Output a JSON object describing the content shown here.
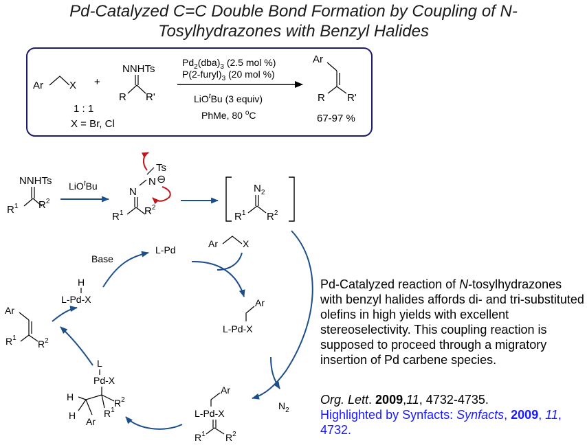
{
  "title": {
    "line1": "Pd-Catalyzed C=C Double Bond Formation by Coupling of N-",
    "line2": "Tosylhydrazones with Benzyl Halides"
  },
  "scheme": {
    "ar": "Ar",
    "x": "X",
    "plus": "+",
    "nnhts": "NNHTs",
    "r": "R",
    "rprime": "R'",
    "ratio": "1  :  1",
    "x_def": "X = Br, Cl",
    "cond1_pre": "Pd",
    "cond1_sub1": "2",
    "cond1_mid": "(dba)",
    "cond1_sub2": "3",
    "cond1_post": " (2.5 mol %)",
    "cond2_pre": "P(2-furyl)",
    "cond2_sub": "3",
    "cond2_post": " (20 mol %)",
    "cond3_pre": "LiO",
    "cond3_sup": "t",
    "cond3_post": "Bu (3 equiv)",
    "cond4_pre": "PhMe, 80 ",
    "cond4_sup": "o",
    "cond4_post": "C",
    "yield": "67-97 %"
  },
  "mechanism": {
    "nnhts": "NNHTs",
    "r": "R",
    "sup1": "1",
    "sup2": "2",
    "lio": "LiO",
    "t": "t",
    "bu": "Bu",
    "ts": "Ts",
    "n": "N",
    "neg": "⊖",
    "n2": "N",
    "n2sub": "2",
    "l": "L",
    "pd": "Pd",
    "lpd": "L-Pd",
    "h": "H",
    "x": "X",
    "ar": "Ar",
    "base": "Base",
    "dash": "-"
  },
  "description": {
    "part1": "Pd-Catalyzed reaction of ",
    "n_italic": "N",
    "part2": "-tosylhydrazones with benzyl halides affords di- and tri-substituted olefins in high yields with excellent stereoselectivity. This coupling reaction is supposed to proceed through a migratory insertion of Pd carbene species."
  },
  "reference": {
    "journal": "Org. Lett",
    "dot": ". ",
    "year": "2009",
    "comma": ",",
    "volume": "11",
    "pages": ", 4732-4735.",
    "highlight_pre": "Highlighted by Synfacts: ",
    "hl_journal": "Synfacts",
    "hl_comma1": ", ",
    "hl_year": "2009",
    "hl_comma2": ",",
    "hl_volume": "11",
    "hl_pages": ", 4732."
  },
  "colors": {
    "box_border": "#1a1a6e",
    "arrow_blue": "#1c4e8a",
    "arrow_red": "#c0161c",
    "link_blue": "#1a1aff"
  }
}
